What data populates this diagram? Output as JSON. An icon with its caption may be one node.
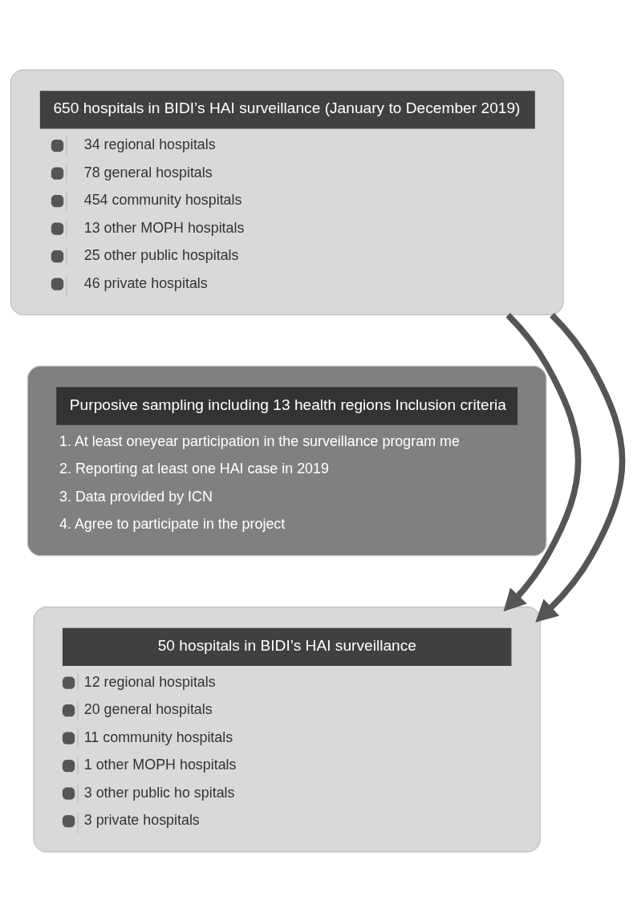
{
  "diagram": {
    "nodes": [
      {
        "text": [
          "650 hospitals in BIDI’s HAI surveillance (January to December 2019)",
          "34 regional hospitals",
          "78 general hospitals",
          "454 community hospitals",
          "13 other MOPH hospitals",
          "25 other public hospitals",
          "46 private hospitals"
        ]
      },
      {
        "text": [
          "Purposive sampling including 13 health regions Inclusion criteria",
          "1. At least oneyear participation in the surveillance program me",
          "2. Reporting at least one HAI case in 2019",
          "3. Data provided by ICN",
          "4. Agree to participate in the project"
        ]
      },
      {
        "text": [
          "50 hospitals in BIDI’s HAI surveillance",
          "12 regional hospitals",
          "20 general hospitals",
          "11 community hospitals",
          "1 other MOPH hospitals",
          "3 other public ho spitals",
          "3 private hospitals"
        ]
      }
    ],
    "edges": [
      {
        "from": 0,
        "to": 2,
        "arrow": "to"
      },
      {
        "from": 0,
        "to": 2,
        "arrow": "to"
      }
    ]
  }
}
